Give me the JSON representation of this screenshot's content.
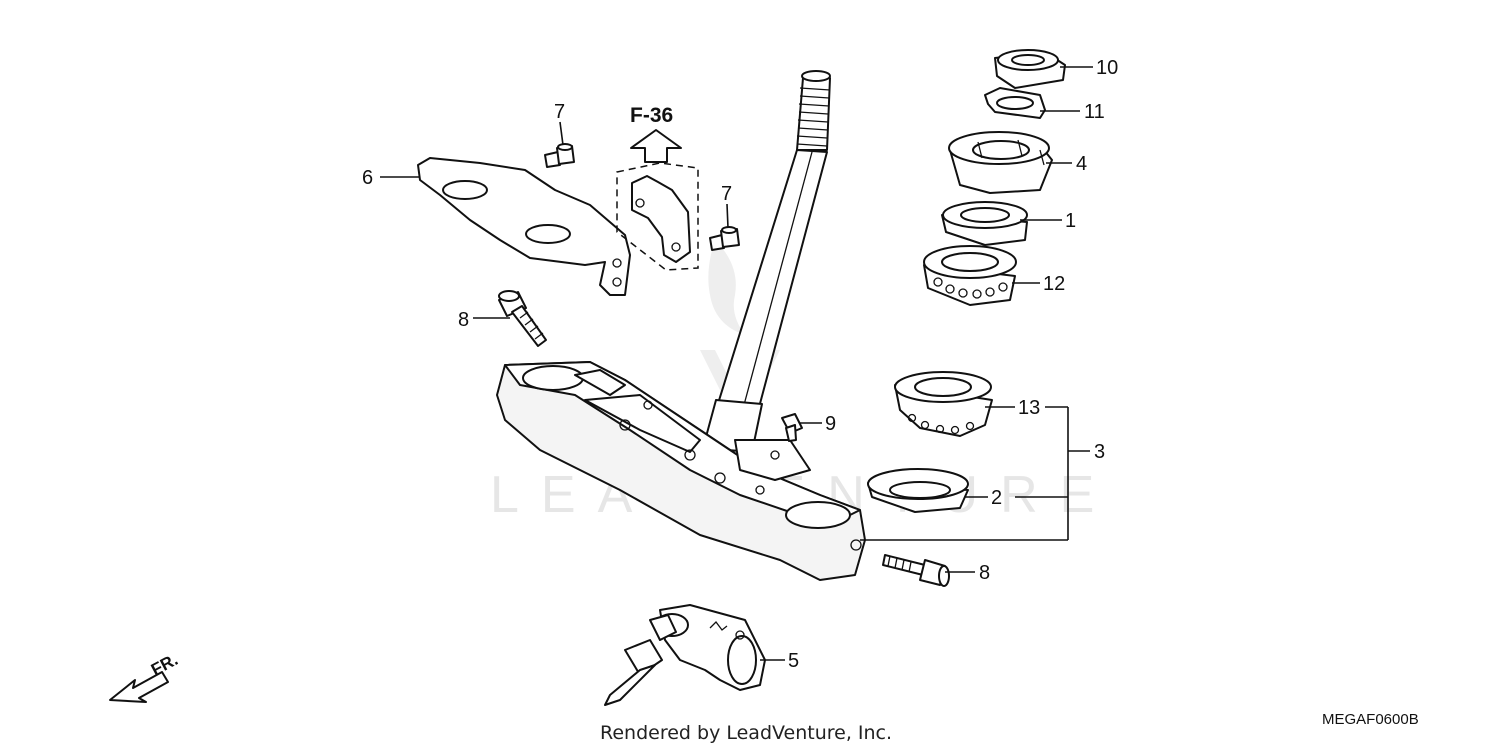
{
  "diagram": {
    "watermark_text": "LEADVENTURE",
    "reference": {
      "label": "F-36"
    },
    "front_indicator": "FR.",
    "credit": "Rendered by LeadVenture, Inc.",
    "diagram_code": "MEGAF0600B",
    "callouts": [
      {
        "id": "c10",
        "label": "10"
      },
      {
        "id": "c11",
        "label": "11"
      },
      {
        "id": "c4",
        "label": "4"
      },
      {
        "id": "c1",
        "label": "1"
      },
      {
        "id": "c12",
        "label": "12"
      },
      {
        "id": "c13",
        "label": "13"
      },
      {
        "id": "c3",
        "label": "3"
      },
      {
        "id": "c2",
        "label": "2"
      },
      {
        "id": "c9",
        "label": "9"
      },
      {
        "id": "c8a",
        "label": "8"
      },
      {
        "id": "c8b",
        "label": "8"
      },
      {
        "id": "c7a",
        "label": "7"
      },
      {
        "id": "c7b",
        "label": "7"
      },
      {
        "id": "c6",
        "label": "6"
      },
      {
        "id": "c5",
        "label": "5"
      }
    ]
  }
}
